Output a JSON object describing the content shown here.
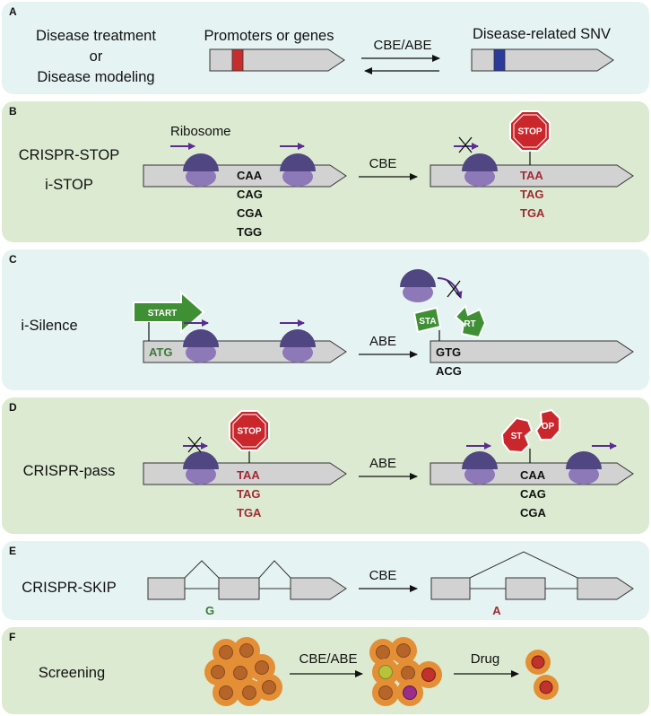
{
  "colors": {
    "panel_blue": "#e6f3f3",
    "panel_green": "#dbead0",
    "gene_fill": "#d2d2d2",
    "ribosome_top": "#4f4682",
    "ribosome_bottom": "#8d78b8",
    "arrow_purple": "#5b2c91",
    "stop_red": "#c9272c",
    "start_green": "#3f8f35",
    "codon_red": "#a22a32",
    "codon_green": "#3d7a37",
    "cell_orange": "#e48f35",
    "cell_nucleus": "#b5652a",
    "marker_red": "#c62e2e",
    "marker_blue": "#2a3b9c"
  },
  "panels": {
    "A": {
      "letter": "A",
      "left_line1": "Disease treatment",
      "left_line2": "or",
      "left_line3": "Disease modeling",
      "gene_label": "Promoters or genes",
      "arrow_label": "CBE/ABE",
      "snv_label": "Disease-related SNV"
    },
    "B": {
      "letter": "B",
      "name1": "CRISPR-STOP",
      "name2": "i-STOP",
      "ribosome_label": "Ribosome",
      "arrow_label": "CBE",
      "stop_sign": "STOP",
      "codons_before": [
        "CAA",
        "CAG",
        "CGA",
        "TGG"
      ],
      "codons_after": [
        "TAA",
        "TAG",
        "TGA"
      ]
    },
    "C": {
      "letter": "C",
      "name": "i-Silence",
      "start_sign": "START",
      "start_codon": "ATG",
      "arrow_label": "ABE",
      "broken_left": "STA",
      "broken_right": "RT",
      "codons_after": [
        "GTG",
        "ACG"
      ]
    },
    "D": {
      "letter": "D",
      "name": "CRISPR-pass",
      "stop_sign": "STOP",
      "codons_before": [
        "TAA",
        "TAG",
        "TGA"
      ],
      "arrow_label": "ABE",
      "broken_left": "ST",
      "broken_right": "OP",
      "codons_after": [
        "CAA",
        "CAG",
        "CGA"
      ]
    },
    "E": {
      "letter": "E",
      "name": "CRISPR-SKIP",
      "base_before": "G",
      "arrow_label": "CBE",
      "base_after": "A"
    },
    "F": {
      "letter": "F",
      "name": "Screening",
      "arrow1_label": "CBE/ABE",
      "arrow2_label": "Drug"
    }
  }
}
